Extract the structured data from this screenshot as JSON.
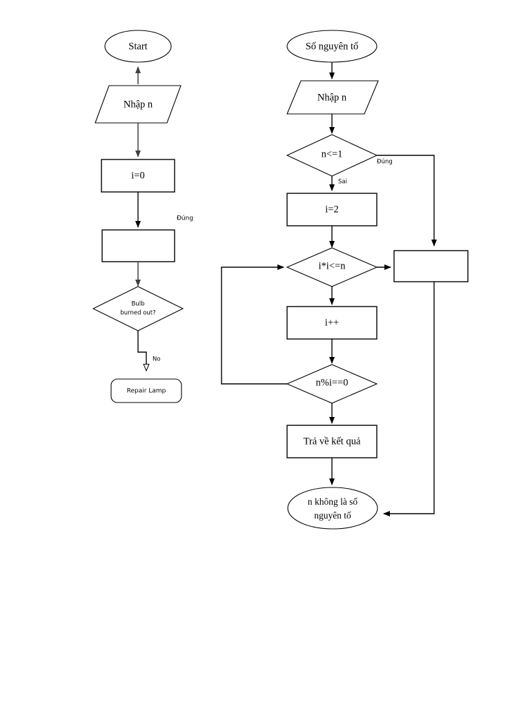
{
  "diagram": {
    "type": "flowchart",
    "title": "",
    "background_color": "#ffffff",
    "stroke_color": "#000000",
    "connector_color": "#3f3f3f"
  },
  "left_flow": {
    "name": "lamp-troubleshooting-flow",
    "nodes": {
      "start": {
        "label": "Start",
        "shape": "ellipse"
      },
      "input_n": {
        "label": "Nhập n",
        "shape": "parallelogram"
      },
      "init_i": {
        "label": "i=0",
        "shape": "rectangle"
      },
      "empty_process": {
        "label": "",
        "shape": "rectangle"
      },
      "decision_bulb": {
        "label_line1": "Bulb",
        "label_line2": "burned out?",
        "shape": "diamond"
      },
      "repair": {
        "label": "Repair Lamp",
        "shape": "rounded-rectangle"
      }
    },
    "edge_labels": {
      "dung": "Đúng",
      "no": "No"
    }
  },
  "right_flow": {
    "name": "prime-number-flow",
    "nodes": {
      "start": {
        "label": "Số nguyên tố",
        "shape": "ellipse"
      },
      "input_n": {
        "label": "Nhập n",
        "shape": "parallelogram"
      },
      "decision_n_le_1": {
        "label": "n<=1",
        "shape": "diamond"
      },
      "init_i": {
        "label": "i=2",
        "shape": "rectangle"
      },
      "decision_loop": {
        "label": "i*i<=n",
        "shape": "diamond"
      },
      "empty_process": {
        "label": "",
        "shape": "rectangle"
      },
      "increment": {
        "label": "i++",
        "shape": "rectangle"
      },
      "decision_mod": {
        "label": "n%i==0",
        "shape": "diamond"
      },
      "return_result": {
        "label": "Trả về kết quả",
        "shape": "rectangle"
      },
      "end": {
        "label_line1": "n không là số",
        "label_line2": "nguyên tố",
        "shape": "ellipse"
      }
    },
    "edge_labels": {
      "dung": "Đúng",
      "sai": "Sai"
    }
  }
}
